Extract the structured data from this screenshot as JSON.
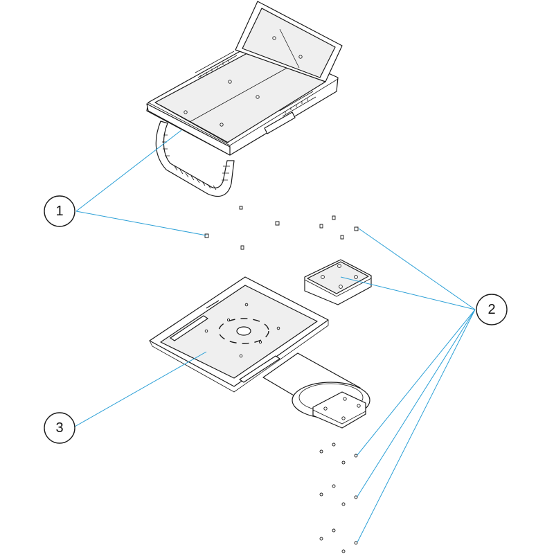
{
  "colors": {
    "leader": "#2a9fd6",
    "line": "#1a1a1a",
    "panel": "#efefef"
  },
  "callouts": [
    {
      "id": "1",
      "label": "1"
    },
    {
      "id": "2",
      "label": "2"
    },
    {
      "id": "3",
      "label": "3"
    }
  ],
  "parts": {
    "keyboard_tray": "keyboard-tray-icon",
    "mouse_platform": "mouse-platform-icon",
    "mounting_plate": "mounting-plate-icon",
    "hardware": "screw-icon"
  }
}
